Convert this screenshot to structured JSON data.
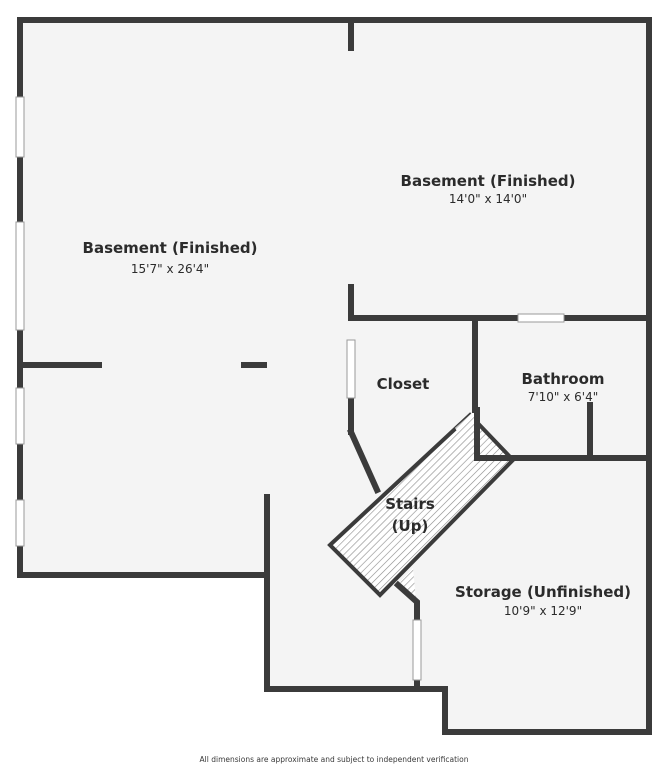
{
  "rooms": [
    {
      "name": "Basement (Finished)",
      "dimensions": "15'7\" x 26'4\""
    },
    {
      "name": "Basement (Finished)",
      "dimensions": "14'0\" x 14'0\""
    },
    {
      "name": "Closet",
      "dimensions": ""
    },
    {
      "name": "Bathroom",
      "dimensions": "7'10\" x 6'4\""
    },
    {
      "name": "Stairs",
      "dimensions": "(Up)"
    },
    {
      "name": "Storage (Unfinished)",
      "dimensions": "10'9\" x 12'9\""
    }
  ],
  "footer": {
    "disclaimer": "All dimensions are approximate and subject to independent verification"
  },
  "colors": {
    "wall": "#3b3b3b",
    "floor": "#f4f4f4",
    "window": "#ffffff"
  }
}
